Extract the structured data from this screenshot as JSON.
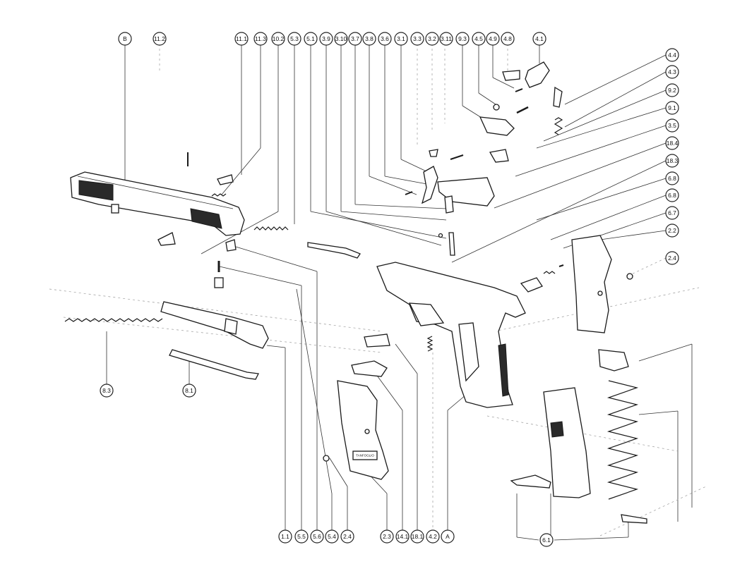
{
  "callouts": {
    "top": [
      "B",
      "11.2",
      "11.1",
      "11.3",
      "10.2",
      "5.3",
      "5.1",
      "3.9",
      "3.10",
      "3.7",
      "3.8",
      "3.6",
      "3.1",
      "3.3",
      "3.2",
      "3.11",
      "9.3",
      "4.5",
      "4.9",
      "4.8",
      "4.1"
    ],
    "right": [
      "4.4",
      "4.3",
      "9.2",
      "9.1",
      "3.5",
      "18.4",
      "18.3",
      "6.8",
      "6.8",
      "6.7",
      "2.2",
      "2.4"
    ],
    "left": [
      "8.3",
      "8.1"
    ],
    "bottom": [
      "1.1",
      "5.5",
      "5.6",
      "5.4",
      "2.4",
      "2.3",
      "14.1",
      "18.1",
      "4.2",
      "A",
      "6.1"
    ]
  },
  "grip_brand": "TANFOGLIO"
}
